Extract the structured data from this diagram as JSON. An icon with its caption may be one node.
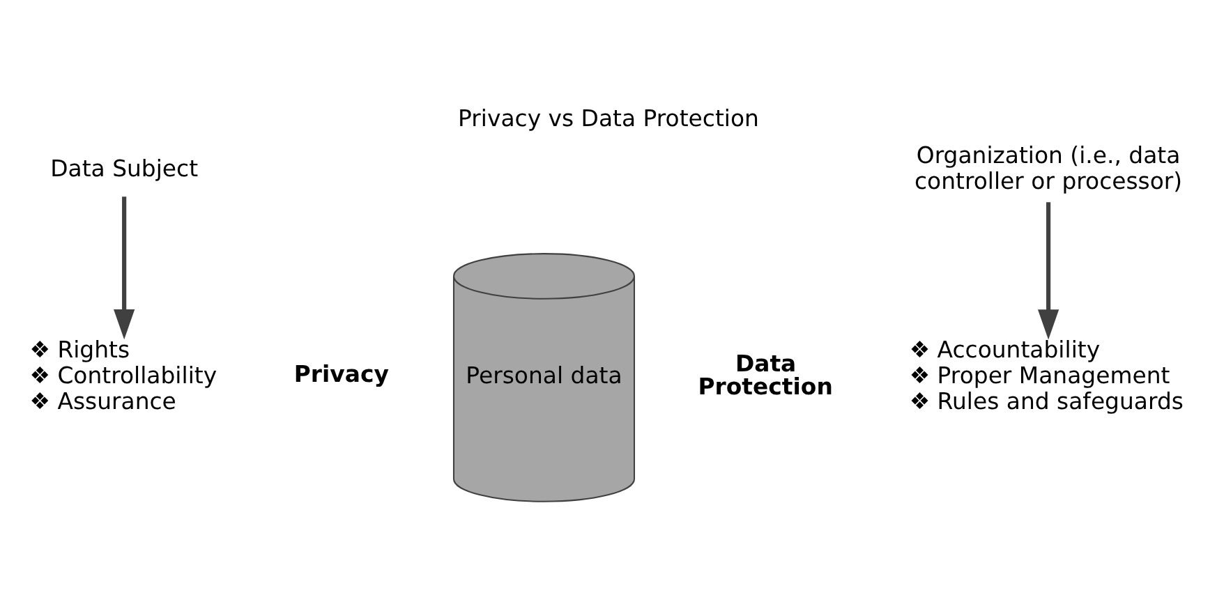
{
  "diagram": {
    "title": "Privacy vs Data Protection",
    "nodes": [
      {
        "text": [
          "Data Subject"
        ]
      },
      {
        "text": [
          "❖ Rights",
          "❖ Controllability",
          "❖ Assurance"
        ]
      },
      {
        "text": [
          "Personal data"
        ]
      },
      {
        "text": [
          "Organization (i.e., data controller or processor)"
        ]
      },
      {
        "text": [
          "❖ Accountability",
          "❖ Proper Management",
          "❖ Rules and safeguards"
        ]
      }
    ],
    "edges": [
      {
        "from": 0,
        "to": 1,
        "arrow": "to"
      },
      {
        "from": 3,
        "to": 4,
        "arrow": "to"
      }
    ],
    "labels": [
      "Privacy",
      "Data Protection"
    ]
  }
}
